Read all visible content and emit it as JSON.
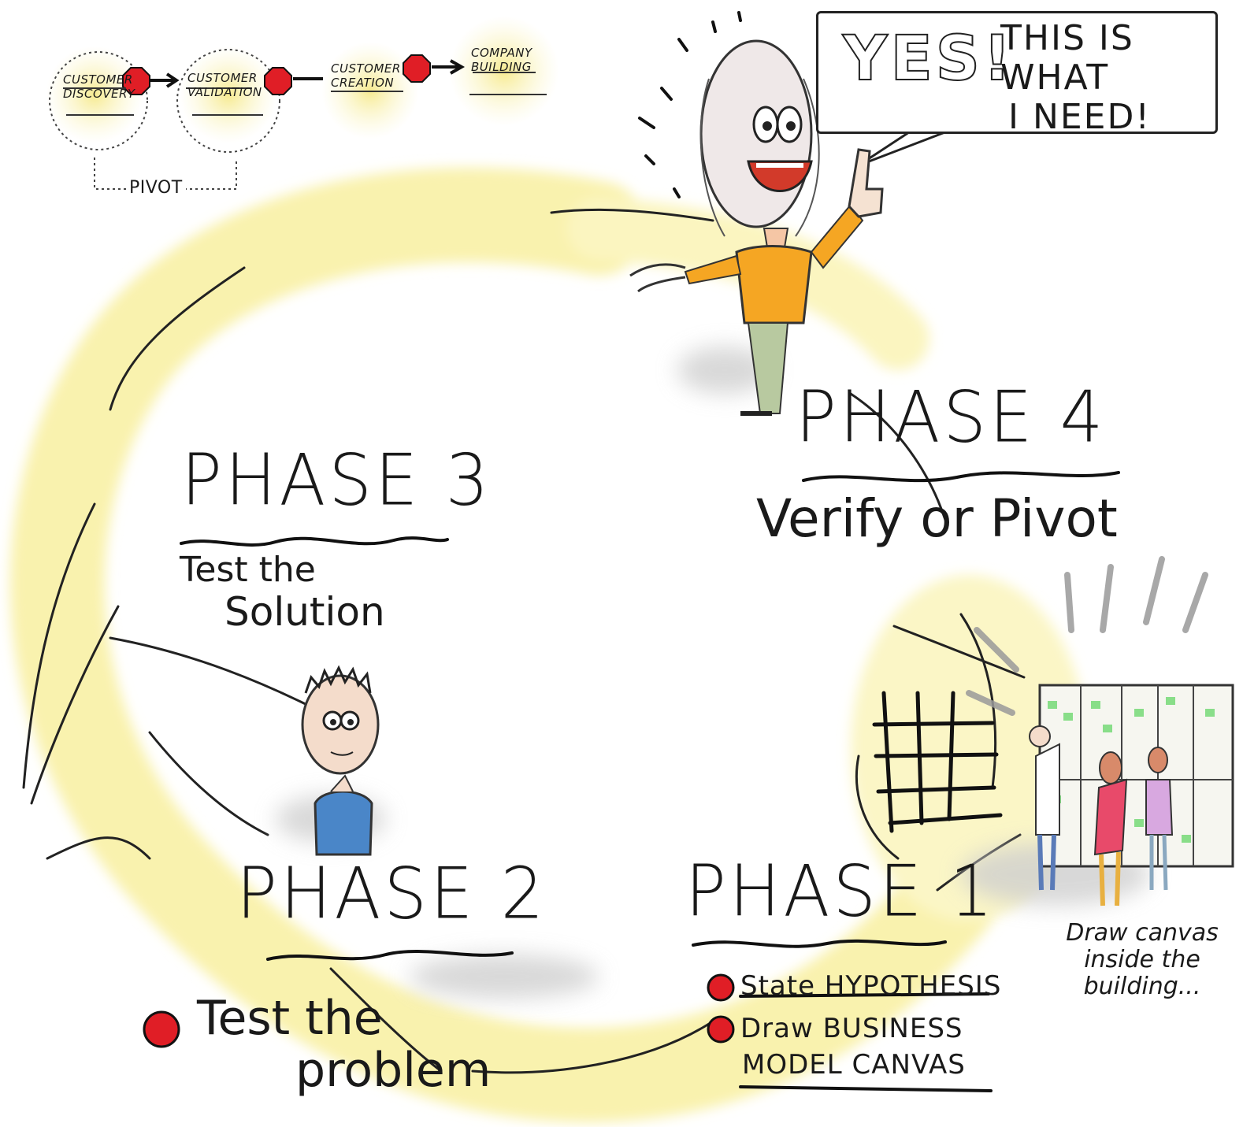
{
  "top_flow": {
    "steps": [
      "CUSTOMER DISCOVERY",
      "CUSTOMER VALIDATION",
      "CUSTOMER CREATION",
      "COMPANY BUILDING"
    ],
    "step1_line1": "CUSTOMER",
    "step1_line2": "DISCOVERY",
    "step2_line1": "CUSTOMER",
    "step2_line2": "VALIDATION",
    "step3_line1": "CUSTOMER",
    "step3_line2": "CREATION",
    "step4_line1": "COMPANY",
    "step4_line2": "BUILDING",
    "pivot_label": "PIVOT"
  },
  "speech_bubble": {
    "exclaim": "YES!",
    "line1": "THIS IS WHAT",
    "line2": "I NEED!"
  },
  "phases": {
    "phase4": {
      "title": "PHASE 4",
      "subtitle": "Verify or Pivot"
    },
    "phase3": {
      "title": "PHASE 3",
      "subtitle_line1": "Test the",
      "subtitle_line2": "Solution"
    },
    "phase2": {
      "title": "PHASE 2",
      "bullet_line1": "Test the",
      "bullet_line2": "problem"
    },
    "phase1": {
      "title": "PHASE 1",
      "bullet1": "State HYPOTHESIS",
      "bullet2_line1": "Draw BUSINESS",
      "bullet2_line2": "MODEL CANVAS"
    }
  },
  "side_note": {
    "line1": "Draw canvas",
    "line2": "inside the",
    "line3": "building..."
  },
  "colors": {
    "highlight_yellow": "#f7f0a0",
    "stop_red": "#e01e26",
    "ink": "#1a1a1a",
    "shirt_orange": "#f5a623",
    "shirt_blue": "#4a86c8",
    "pants_green": "#b8c9a0",
    "canvas_green": "#7edc7e"
  }
}
